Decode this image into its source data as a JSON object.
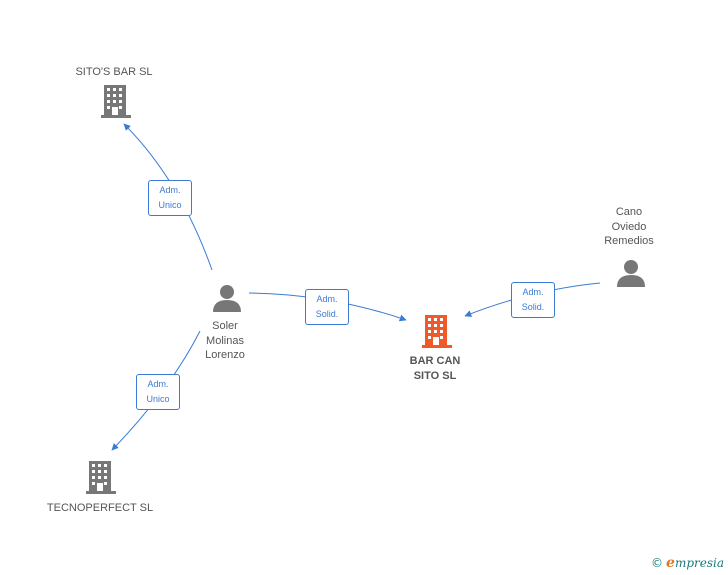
{
  "nodes": {
    "sitos_bar": {
      "label": "SITO'S BAR  SL",
      "icon": "building-icon",
      "color": "#777777"
    },
    "bar_can_sito": {
      "label": "BAR CAN\nSITO  SL",
      "icon": "building-icon",
      "color": "#f05a28"
    },
    "tecnoperfect": {
      "label": "TECNOPERFECT SL",
      "icon": "building-icon",
      "color": "#777777"
    },
    "soler": {
      "label": "Soler\nMolinas\nLorenzo",
      "icon": "person-icon",
      "color": "#777777"
    },
    "cano": {
      "label": "Cano\nOviedo\nRemedios",
      "icon": "person-icon",
      "color": "#777777"
    }
  },
  "edges": {
    "soler_sitos": {
      "label": "Adm.\nUnico"
    },
    "soler_bar": {
      "label": "Adm.\nSolid."
    },
    "cano_bar": {
      "label": "Adm.\nSolid."
    },
    "soler_tecno": {
      "label": "Adm.\nUnico"
    }
  },
  "colors": {
    "edge": "#3a7bd5"
  },
  "footer": {
    "copyright": "©",
    "brand_e": "e",
    "brand_rest": "mpresia"
  }
}
